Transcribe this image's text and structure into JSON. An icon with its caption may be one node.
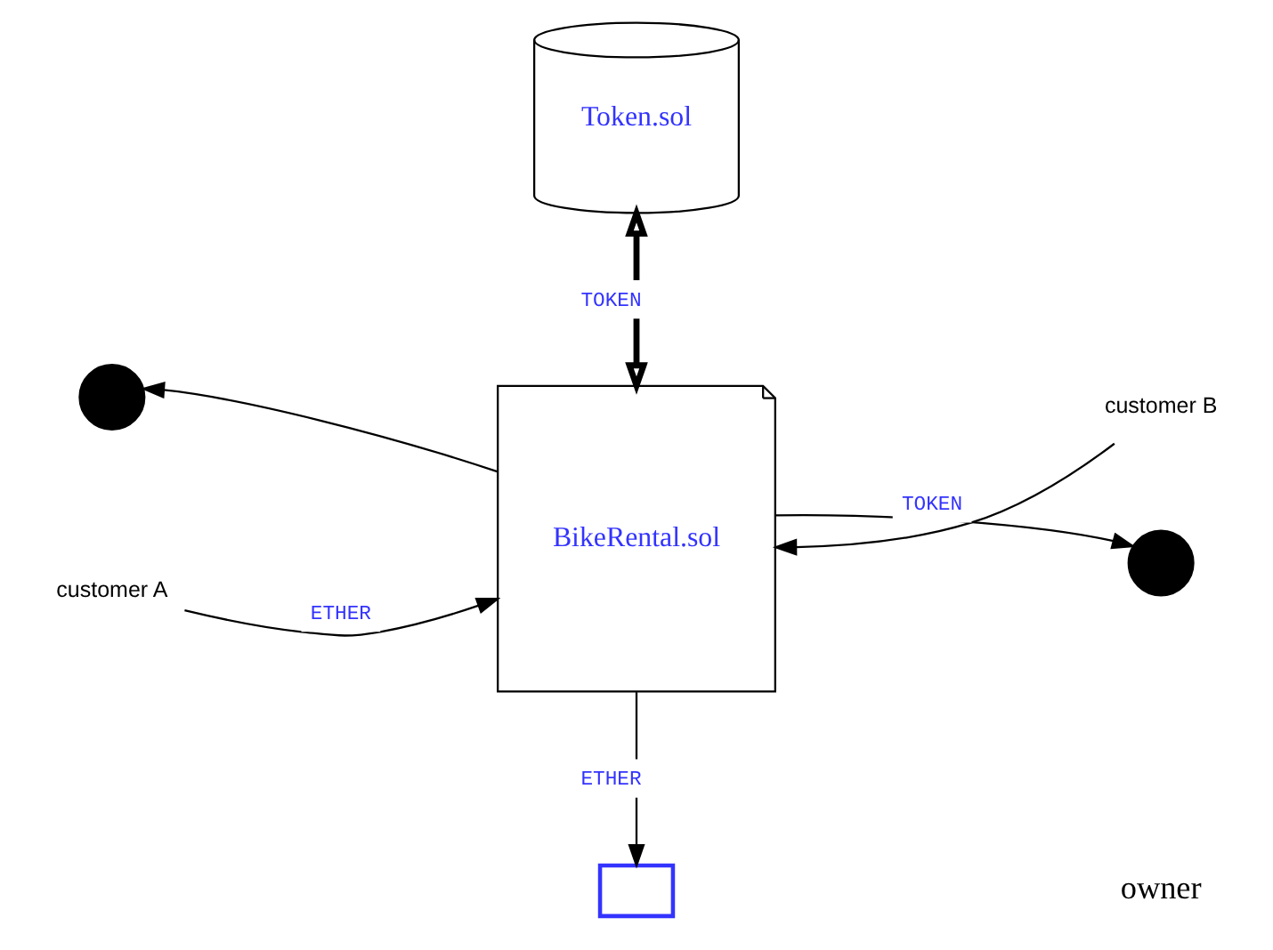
{
  "diagram": {
    "nodes": [
      {
        "text": [
          "Token.sol"
        ]
      },
      {
        "text": [
          "BikeRental.sol"
        ]
      },
      {
        "text": [
          "customer A"
        ]
      },
      {
        "text": [],
        "shape": "person"
      },
      {
        "text": [
          "customer B"
        ]
      },
      {
        "text": [],
        "shape": "person"
      },
      {
        "text": [],
        "shape": "box"
      },
      {
        "text": [
          "owner"
        ]
      }
    ],
    "edges": [
      {
        "from": 0,
        "to": 1,
        "arrow": "both",
        "label": "TOKEN",
        "style": "thick"
      },
      {
        "from": 2,
        "to": 1,
        "arrow": "to",
        "label": "ETHER"
      },
      {
        "from": 1,
        "to": 3,
        "arrow": "to"
      },
      {
        "from": 4,
        "to": 1,
        "arrow": "to",
        "label": "TOKEN"
      },
      {
        "from": 1,
        "to": 5,
        "arrow": "to"
      },
      {
        "from": 1,
        "to": 6,
        "arrow": "to",
        "label": "ETHER"
      }
    ]
  }
}
